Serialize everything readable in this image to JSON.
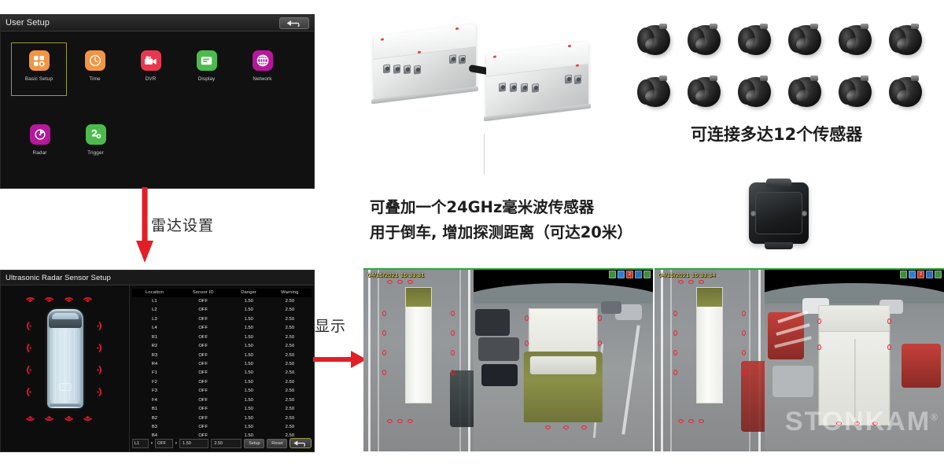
{
  "user_setup": {
    "title": "User Setup",
    "back_icon": "back-arrow-icon",
    "items": [
      {
        "label": "Basic Setup",
        "icon": "grid-icon",
        "color": "#f29544",
        "selected": true
      },
      {
        "label": "Time",
        "icon": "clock-icon",
        "color": "#f29544",
        "selected": false
      },
      {
        "label": "DVR",
        "icon": "camcorder-icon",
        "color": "#e8384f",
        "selected": false
      },
      {
        "label": "Display",
        "icon": "monitor-icon",
        "color": "#4cbb4c",
        "selected": false
      },
      {
        "label": "Network",
        "icon": "globe-icon",
        "color": "#b5189b",
        "selected": false
      },
      {
        "label": "Radar",
        "icon": "radar-icon",
        "color": "#b5189b",
        "selected": false
      },
      {
        "label": "Trigger",
        "icon": "trigger-icon",
        "color": "#4cbb4c",
        "selected": false
      }
    ]
  },
  "radar_setup": {
    "title": "Ultrasonic Radar Sensor Setup",
    "columns": [
      "Location",
      "Sensor ID",
      "Danger",
      "Warning"
    ],
    "rows": [
      [
        "L1",
        "OFF",
        "1.50",
        "2.50"
      ],
      [
        "L2",
        "OFF",
        "1.50",
        "2.50"
      ],
      [
        "L3",
        "OFF",
        "1.50",
        "2.50"
      ],
      [
        "L4",
        "OFF",
        "1.50",
        "2.50"
      ],
      [
        "R1",
        "OFF",
        "1.50",
        "2.50"
      ],
      [
        "R2",
        "OFF",
        "1.50",
        "2.50"
      ],
      [
        "R3",
        "OFF",
        "1.50",
        "2.50"
      ],
      [
        "R4",
        "OFF",
        "1.50",
        "2.50"
      ],
      [
        "F1",
        "OFF",
        "1.50",
        "2.50"
      ],
      [
        "F2",
        "OFF",
        "1.50",
        "2.50"
      ],
      [
        "F3",
        "OFF",
        "1.50",
        "2.50"
      ],
      [
        "F4",
        "OFF",
        "1.50",
        "2.50"
      ],
      [
        "B1",
        "OFF",
        "1.50",
        "2.50"
      ],
      [
        "B2",
        "OFF",
        "1.50",
        "2.50"
      ],
      [
        "B3",
        "OFF",
        "1.50",
        "2.50"
      ],
      [
        "B4",
        "OFF",
        "1.50",
        "2.50"
      ]
    ],
    "controls": {
      "location_value": "L1",
      "sensor_id_value": "OFF",
      "danger_value": "1.50",
      "warning_value": "2.50",
      "setup_label": "Setup",
      "reset_label": "Reset",
      "back_icon": "back-arrow-icon"
    },
    "vehicle_diagram": {
      "name": "top-down-van",
      "wave_icon": "radar-wave-icon",
      "front_sensors": 4,
      "rear_sensors": 4,
      "left_sensors": 4,
      "right_sensors": 4
    }
  },
  "annotations": {
    "radar_setup_label": "雷达设置",
    "display_label": "显示",
    "sensor_count_note": "可连接多达12个传感器",
    "mmwave_note_line1": "可叠加一个24GHz毫米波传感器",
    "mmwave_note_line2": "用于倒车, 增加探测距离（可达20米）",
    "arrow_color": "#e21f26"
  },
  "products": {
    "control_boxes": {
      "name": "control-box-unit",
      "count": 2
    },
    "ultrasonic_sensors": {
      "name": "ultrasonic-sensor",
      "count": 12,
      "rows": 2,
      "per_row": 6
    },
    "mmwave_sensor": {
      "name": "mmwave-radar-sensor",
      "frequency": "24GHz"
    }
  },
  "monitor": {
    "watermark": "STONKAM",
    "watermark_mark": "®",
    "units": [
      {
        "timestamp": "04/15/2021 15:33:31",
        "view": "front-view",
        "status_icons": [
          "channel-icon",
          "signal-icon",
          "rec-icon",
          "alarm-icon",
          "audio-icon"
        ],
        "status_labels": [
          "",
          "",
          "2",
          "",
          ""
        ]
      },
      {
        "timestamp": "04/15/2021 15:33:34",
        "view": "rear-view",
        "status_icons": [
          "channel-icon",
          "signal-icon",
          "rec-icon",
          "alarm-icon",
          "audio-icon"
        ],
        "status_labels": [
          "",
          "",
          "2",
          "",
          ""
        ]
      }
    ]
  }
}
